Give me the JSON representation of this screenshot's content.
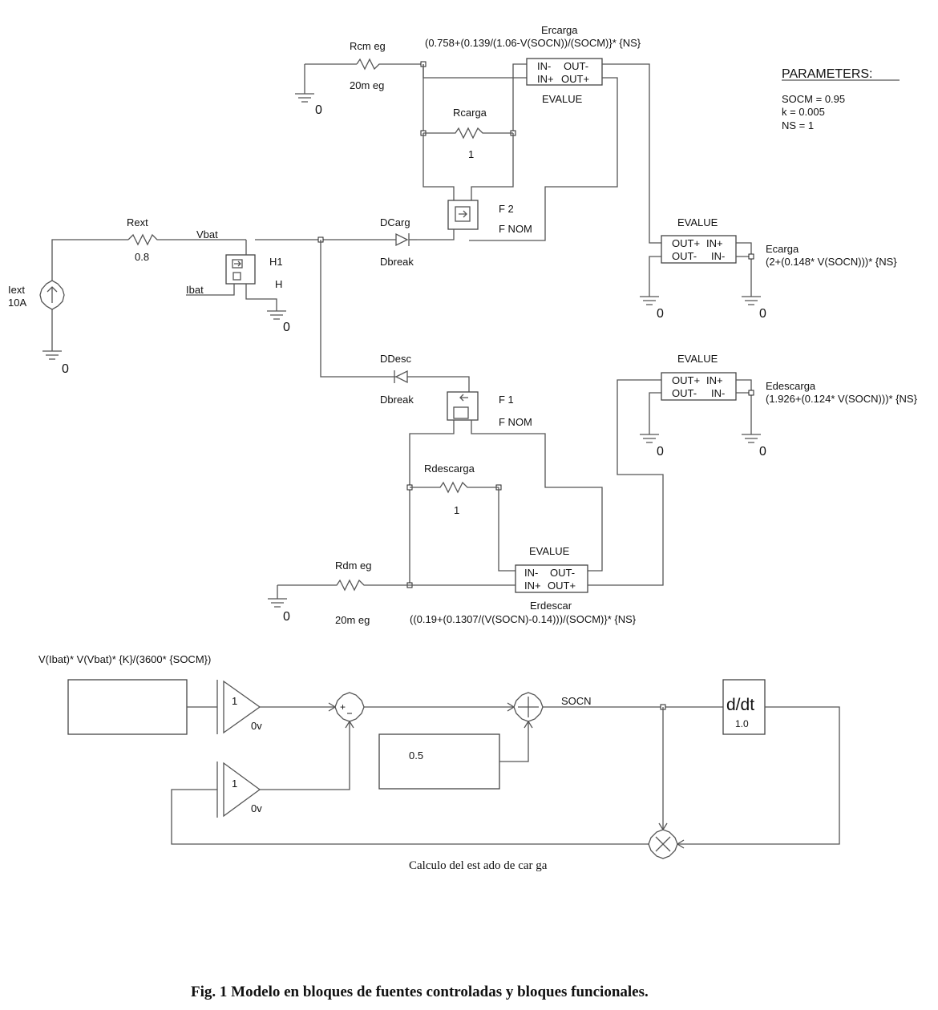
{
  "parameters": {
    "title": "PARAMETERS:",
    "socm": "SOCM = 0.95",
    "k": "k = 0.005",
    "ns": "NS = 1"
  },
  "components": {
    "rcmeg_name": "Rcm eg",
    "rcmeg_value": "20m eg",
    "ercarga_name": "Ercarga",
    "ercarga_expr": "(0.758+(0.139/(1.06-V(SOCN))/(SOCM)}* {NS}",
    "rcarga_name": "Rcarga",
    "rcarga_value": "1",
    "f2_name": "F 2",
    "f2_value": "F NOM",
    "rext_name": "Rext",
    "rext_value": "0.8",
    "vbat": "Vbat",
    "ibat": "Ibat",
    "h1_name": "H1",
    "h1_value": "H",
    "iext_name": "Iext",
    "iext_value": "10A",
    "dcarg_name": "DCarg",
    "dcarg_model": "Dbreak",
    "ddesc_name": "DDesc",
    "ddesc_model": "Dbreak",
    "f1_name": "F 1",
    "f1_value": "F NOM",
    "ecarga_name": "Ecarga",
    "ecarga_expr": "(2+(0.148* V(SOCN)))* {NS}",
    "edescarga_name": "Edescarga",
    "edescarga_expr": "(1.926+(0.124* V(SOCN)))* {NS}",
    "rdescarga_name": "Rdescarga",
    "rdescarga_value": "1",
    "rdmeg_name": "Rdm eg",
    "rdmeg_value": "20m eg",
    "erdescar_name": "Erdescar",
    "erdescar_expr": "((0.19+(0.1307/(V(SOCN)-0.14)))/(SOCM)}* {NS}",
    "evalue": "EVALUE",
    "ground": "0",
    "evalue_pins": {
      "in_minus": "IN-",
      "in_plus": "IN+",
      "out_minus": "OUT-",
      "out_plus": "OUT+",
      "in_minus_r": "IN-",
      "in_plus_r": "IN+",
      "out_minus_r": "OUT-",
      "out_plus_r": "OUT+"
    }
  },
  "block_diagram": {
    "expression": "V(Ibat)* V(Vbat)* {K}/(3600* {SOCM})",
    "gain1": "1",
    "gain1_offset": "0v",
    "gain2": "1",
    "gain2_offset": "0v",
    "constant": "0.5",
    "socn": "SOCN",
    "ddt_label": "d/dt",
    "ddt_value": "1.0",
    "caption": "Calculo del est ado de car ga"
  },
  "figure_caption": "Fig. 1 Modelo en bloques de fuentes controladas y bloques funcionales."
}
